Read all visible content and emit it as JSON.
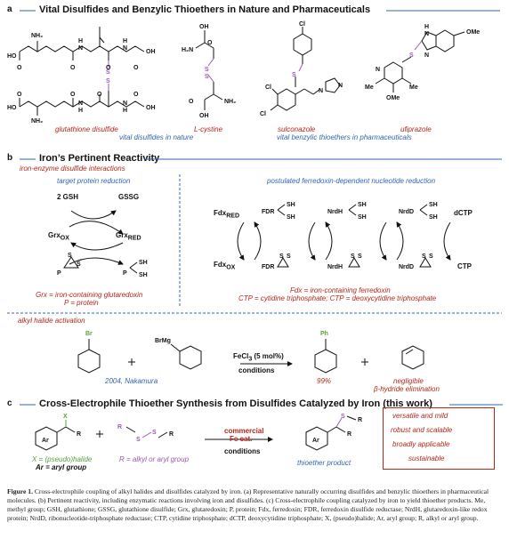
{
  "panel_a": {
    "letter": "a",
    "title": "Vital Disulfides and Benzylic Thioethers  in Nature and Pharmaceuticals",
    "glutathione_label": "glutathione disulfide",
    "cystine_label": "L-cystine",
    "vital_disulfides": "vital disulfides in nature",
    "sulconazole_label": "sulconazole",
    "ufiprazole_label": "ufiprazole",
    "vital_thioethers": "vital benzylic thioethers in pharmaceuticals"
  },
  "panel_b": {
    "letter": "b",
    "title": "Iron’s Pertinent Reactivity",
    "subtitle": "iron-enzyme disulfide interactions",
    "left_heading": "target protein reduction",
    "right_heading": "postulated ferredoxin-dependent nucleotide reduction",
    "gsh": "2 GSH",
    "gssg": "GSSG",
    "grx_ox": "Grx",
    "grx_ox_sub": "OX",
    "grx_red": "Grx",
    "grx_red_sub": "RED",
    "grx_def": "Grx = iron-containing glutaredoxin",
    "p_def": "P = protein",
    "fdx_red": "Fdx",
    "fdx_red_sub": "RED",
    "fdx_ox": "Fdx",
    "fdx_ox_sub": "OX",
    "dctp": "dCTP",
    "ctp": "CTP",
    "fdx_def": "Fdx = iron-containing ferredoxin",
    "ctp_def": "CTP = cytidine triphosphate; CTP = deoxycytidine triphosphate",
    "alkyl_heading": "alkyl halide activation",
    "catalyst": "FeCl",
    "catalyst_tail": " (5 mol%)",
    "conditions": "conditions",
    "nakamura": "2004, Nakamura",
    "yield": "99%",
    "negligible": "negligible",
    "beta_hydride": "β-hydride elimination"
  },
  "panel_c": {
    "letter": "c",
    "title": "Cross-Electrophile Thioether Synthesis from Disulfides Catalyzed by Iron (this work)",
    "commercial": "commercial",
    "fe_cat": "Fe cat.",
    "conditions": "conditions",
    "x_def": "X = (pseudo)halide",
    "ar_def": "Ar = aryl group",
    "r_def": "R = alkyl or aryl group",
    "product": "thioether product",
    "box_lines": [
      "versatile and mild",
      "robust and scalable",
      "broadly applicable",
      "sustainable"
    ]
  },
  "caption": {
    "lead": "Figure 1.",
    "text": " Cross-electrophile coupling of alkyl halides and disulfides catalyzed by iron. (a) Representative naturally occurring disulfides and benzylic thioethers in pharmaceutical molecules. (b) Pertinent reactivity, including enzymatic reactions involving iron and disulfides. (c) Cross-electrophile coupling catalyzed by iron to yield thioether products. Me, methyl group; GSH, glutathione; GSSG, glutathione disulfide; Grx, glutaredoxin; P, protein; Fdx, ferredoxin; FDR, ferredoxin disulfide reductase; NrdH, glutaredoxin-like redox protein; NrdD, ribonucleotide-triphosphate reductase; CTP, cytidine triphosphate; dCTP, deoxycytidine triphosphate; X, (pseudo)halide; Ar, aryl group; R, alkyl or aryl group."
  },
  "colors": {
    "accent_blue": "#2f67b1",
    "accent_red": "#b5271b",
    "sulfur": "#9b59b6",
    "halide_green": "#5aa23c"
  }
}
